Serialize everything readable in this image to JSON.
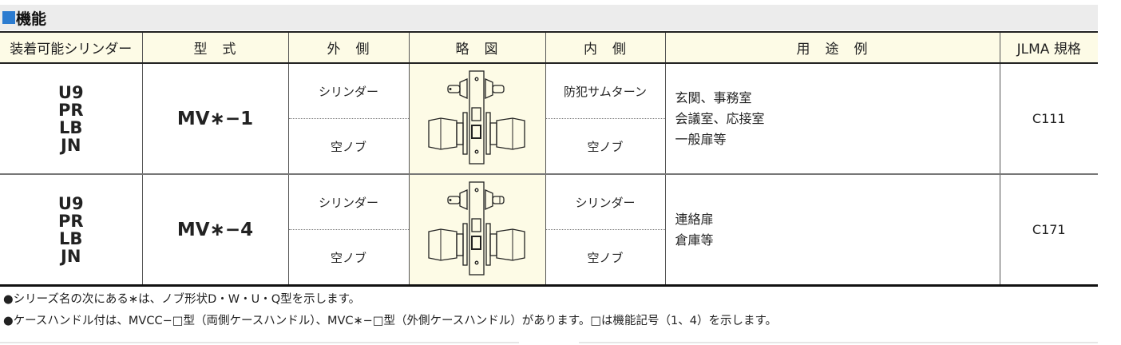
{
  "section_title": "機能",
  "headers": [
    "装着可能シリンダー",
    "型　式",
    "外　側",
    "略　図",
    "内　側",
    "用　途　例",
    "JLMA 規格"
  ],
  "rows": [
    {
      "cylinders": [
        "U9",
        "PR",
        "LB",
        "JN"
      ],
      "model": "MV∗−1",
      "outside": [
        "シリンダー",
        "空ノブ"
      ],
      "inside": [
        "防犯サムターン",
        "空ノブ"
      ],
      "uses": [
        "玄関、事務室",
        "会議室、応接室",
        "一般扉等"
      ],
      "jlma": "C111",
      "diagram": "lock-thumbturn-icon"
    },
    {
      "cylinders": [
        "U9",
        "PR",
        "LB",
        "JN"
      ],
      "model": "MV∗−4",
      "outside": [
        "シリンダー",
        "空ノブ"
      ],
      "inside": [
        "シリンダー",
        "空ノブ"
      ],
      "uses": [
        "連絡扉",
        "倉庫等"
      ],
      "jlma": "C171",
      "diagram": "lock-double-cylinder-icon"
    }
  ],
  "notes": [
    "●シリーズ名の次にある∗は、ノブ形状D・W・U・Q型を示します。",
    "●ケースハンドル付は、MVCC−□型（両側ケースハンドル）、MVC∗−□型（外側ケースハンドル）があります。□は機能記号（1、4）を示します。"
  ],
  "colors": {
    "accent": "#2b7bd0",
    "header_bg": "#fdfbe6"
  }
}
